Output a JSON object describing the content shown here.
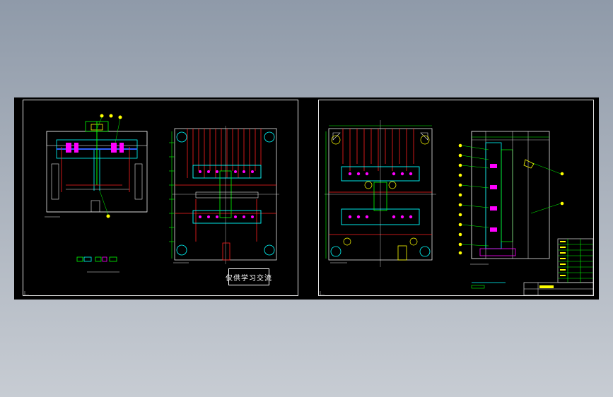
{
  "drawing": {
    "stamp_text": "仅供学习交流",
    "background_color": "#000000",
    "colors": {
      "frame": "#e6e6e6",
      "cooling": "#ff2020",
      "outline": "#00ffff",
      "plate": "#ffffff",
      "parts": "#ff00ff",
      "dims": "#00ff00",
      "balloons": "#ffff00",
      "ejector": "#3060ff"
    },
    "views": [
      {
        "name": "side-section-view",
        "sheet": "sheet-1"
      },
      {
        "name": "core-plate-plan-view",
        "sheet": "sheet-1"
      },
      {
        "name": "cavity-plate-plan-view",
        "sheet": "sheet-2"
      },
      {
        "name": "cross-section-view",
        "sheet": "sheet-2"
      }
    ],
    "title_block": {
      "present": true
    }
  }
}
